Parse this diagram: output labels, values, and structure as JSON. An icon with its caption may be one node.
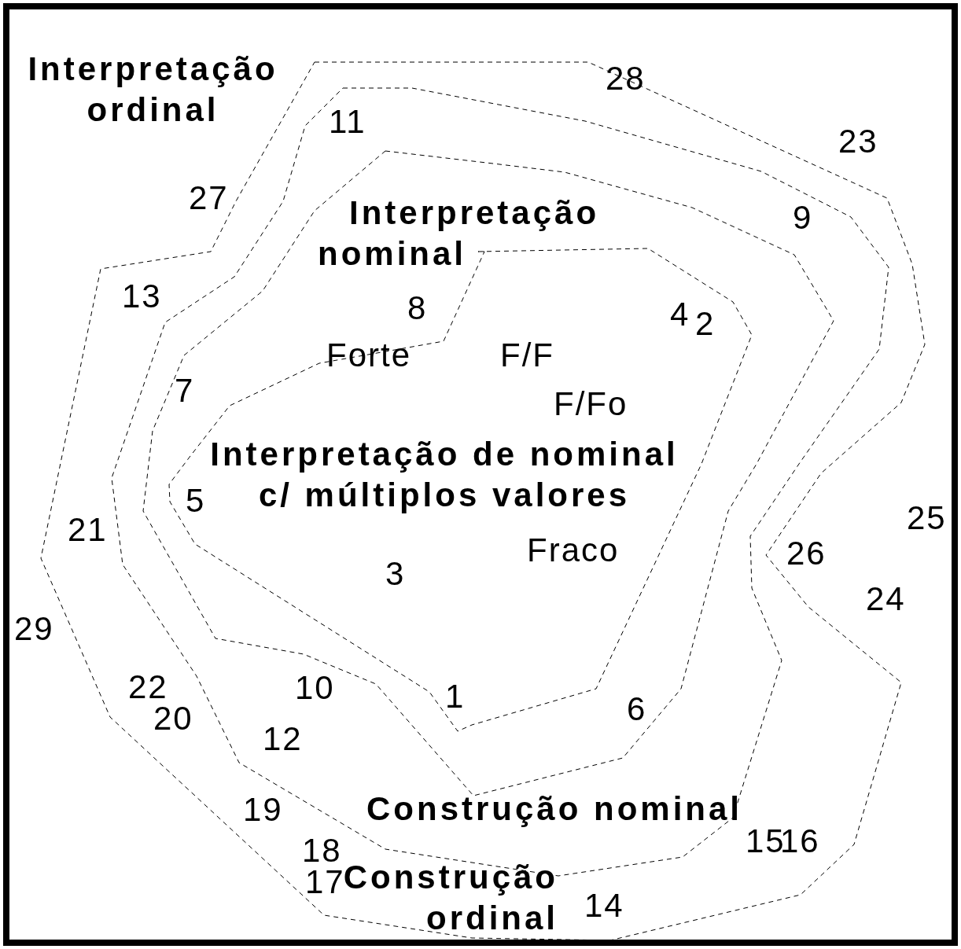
{
  "diagram": {
    "nodes": [
      {
        "text": [
          "Interpretação ordinal",
          "Construção ordinal"
        ]
      },
      {
        "text": [
          "Construção nominal"
        ],
        "in": 0
      },
      {
        "text": [
          "Interpretação nominal"
        ],
        "in": 1
      },
      {
        "text": [
          "Interpretação de nominal c/ múltiplos valores"
        ],
        "in": 2
      }
    ],
    "labels": [
      "28",
      "11",
      "23",
      "27",
      "9",
      "13",
      "8",
      "4",
      "2",
      "Forte",
      "F/F",
      "7",
      "F/Fo",
      "5",
      "25",
      "21",
      "Fraco",
      "26",
      "3",
      "24",
      "29",
      "22",
      "10",
      "1",
      "6",
      "20",
      "12",
      "19",
      "15",
      "16",
      "18",
      "17",
      "14"
    ]
  }
}
